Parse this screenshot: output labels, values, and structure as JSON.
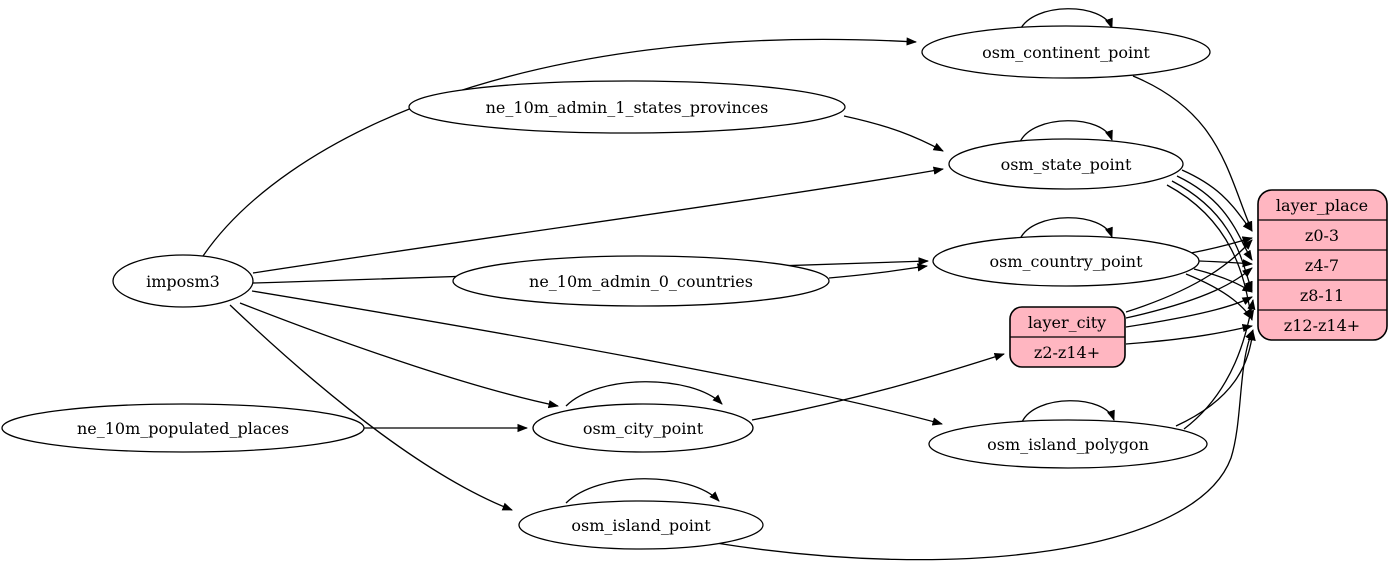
{
  "colors": {
    "layer_fill": "#ffb6c1",
    "table_fill": "#ffffff",
    "stroke": "#000000"
  },
  "nodes": {
    "imposm3": {
      "label": "imposm3"
    },
    "ne_10m_admin_1_states_provinces": {
      "label": "ne_10m_admin_1_states_provinces"
    },
    "ne_10m_admin_0_countries": {
      "label": "ne_10m_admin_0_countries"
    },
    "ne_10m_populated_places": {
      "label": "ne_10m_populated_places"
    },
    "osm_continent_point": {
      "label": "osm_continent_point"
    },
    "osm_state_point": {
      "label": "osm_state_point"
    },
    "osm_country_point": {
      "label": "osm_country_point"
    },
    "osm_city_point": {
      "label": "osm_city_point"
    },
    "osm_island_polygon": {
      "label": "osm_island_polygon"
    },
    "osm_island_point": {
      "label": "osm_island_point"
    },
    "layer_city": {
      "title": "layer_city",
      "rows": [
        "z2-z14+"
      ]
    },
    "layer_place": {
      "title": "layer_place",
      "rows": [
        "z0-3",
        "z4-7",
        "z8-11",
        "z12-z14+"
      ]
    }
  },
  "edges": [
    {
      "from": "imposm3",
      "to": "osm_continent_point"
    },
    {
      "from": "imposm3",
      "to": "osm_state_point"
    },
    {
      "from": "imposm3",
      "to": "osm_country_point"
    },
    {
      "from": "imposm3",
      "to": "osm_city_point"
    },
    {
      "from": "imposm3",
      "to": "osm_island_polygon"
    },
    {
      "from": "imposm3",
      "to": "osm_island_point"
    },
    {
      "from": "ne_10m_admin_1_states_provinces",
      "to": "osm_state_point"
    },
    {
      "from": "ne_10m_admin_0_countries",
      "to": "osm_country_point"
    },
    {
      "from": "ne_10m_populated_places",
      "to": "osm_city_point"
    },
    {
      "from": "osm_continent_point",
      "to": "osm_continent_point"
    },
    {
      "from": "osm_state_point",
      "to": "osm_state_point"
    },
    {
      "from": "osm_country_point",
      "to": "osm_country_point"
    },
    {
      "from": "osm_city_point",
      "to": "osm_city_point"
    },
    {
      "from": "osm_island_polygon",
      "to": "osm_island_polygon"
    },
    {
      "from": "osm_island_point",
      "to": "osm_island_point"
    },
    {
      "from": "osm_continent_point",
      "to": "layer_place:z0-3"
    },
    {
      "from": "osm_state_point",
      "to": "layer_place:z0-3"
    },
    {
      "from": "osm_state_point",
      "to": "layer_place:z4-7"
    },
    {
      "from": "osm_state_point",
      "to": "layer_place:z8-11"
    },
    {
      "from": "osm_state_point",
      "to": "layer_place:z12-z14+"
    },
    {
      "from": "osm_country_point",
      "to": "layer_place:z0-3"
    },
    {
      "from": "osm_country_point",
      "to": "layer_place:z4-7"
    },
    {
      "from": "osm_country_point",
      "to": "layer_place:z8-11"
    },
    {
      "from": "osm_country_point",
      "to": "layer_place:z12-z14+"
    },
    {
      "from": "osm_city_point",
      "to": "layer_city:z2-z14+"
    },
    {
      "from": "layer_city:z2-z14+",
      "to": "layer_place:z0-3"
    },
    {
      "from": "layer_city:z2-z14+",
      "to": "layer_place:z4-7"
    },
    {
      "from": "layer_city:z2-z14+",
      "to": "layer_place:z8-11"
    },
    {
      "from": "layer_city:z2-z14+",
      "to": "layer_place:z12-z14+"
    },
    {
      "from": "osm_island_polygon",
      "to": "layer_place:z8-11"
    },
    {
      "from": "osm_island_polygon",
      "to": "layer_place:z12-z14+"
    },
    {
      "from": "osm_island_point",
      "to": "layer_place:z12-z14+"
    }
  ]
}
